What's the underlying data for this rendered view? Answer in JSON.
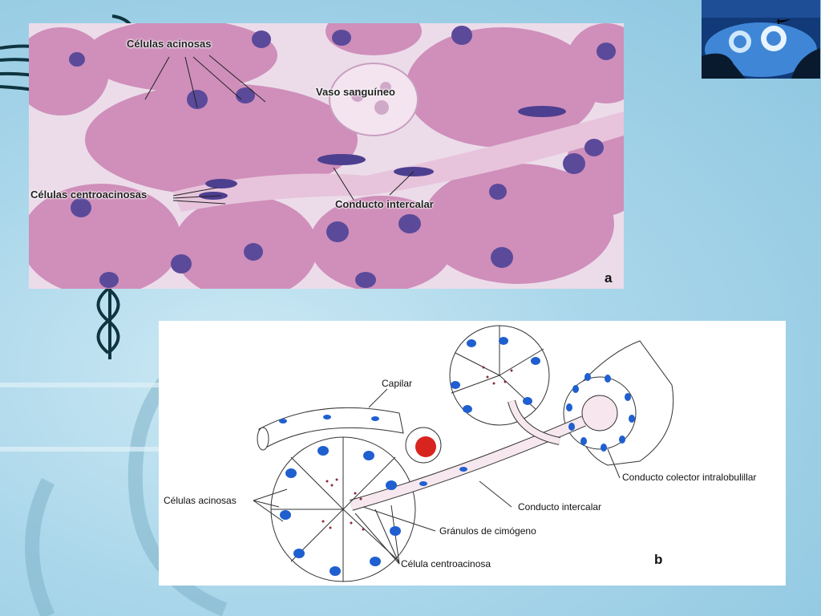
{
  "panel_a": {
    "labels": {
      "acinar_cells": "Células acinosas",
      "blood_vessel": "Vaso sanguíneo",
      "centroacinar_cells": "Células centroacinosas",
      "intercalated_duct": "Conducto intercalar"
    },
    "letter": "a"
  },
  "panel_b": {
    "labels": {
      "capillary": "Capilar",
      "acinar_cells": "Células acinosas",
      "zymogen_granules": "Gránulos de cimógeno",
      "centroacinar_cell": "Célula centroacinosa",
      "intercalated_duct": "Conducto intercalar",
      "intralobular_duct": "Conducto colector intralobulillar"
    },
    "letter": "b"
  },
  "colors": {
    "tissue_pink": "#d9a8c8",
    "nucleus_purple": "#5b4a9a",
    "nucleus_blue": "#1f5fd0",
    "background_blue": "#a9d6ea"
  }
}
